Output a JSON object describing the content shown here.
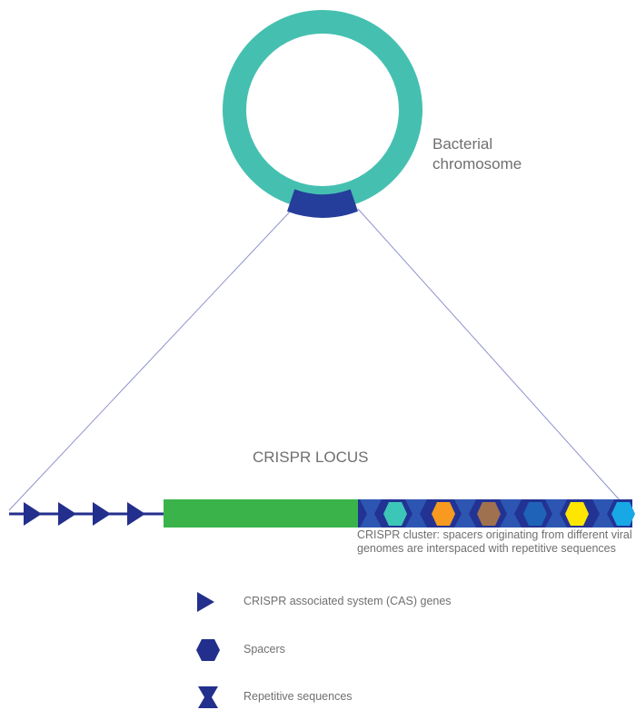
{
  "chromosome_label": "Bacterial chromosome",
  "locus_label": "CRISPR LOCUS",
  "cluster_note": "CRISPR cluster: spacers originating from different viral genomes are interspaced with repetitive sequences",
  "legend": {
    "cas_genes": "CRISPR associated system (CAS) genes",
    "spacers": "Spacers",
    "repeats": "Repetitive sequences"
  },
  "colors": {
    "chromosome": "#45c0b0",
    "locus_highlight": "#253d9b",
    "cas_gene_marker": "#232f8c",
    "green_block": "#3ab44a",
    "spacer_teal": "#3cc6b8",
    "spacer_orange": "#f79a1f",
    "spacer_brown": "#a0714f",
    "spacer_blue": "#1f63b8",
    "spacer_yellow": "#ffe600",
    "spacer_sky": "#18a8e6"
  }
}
